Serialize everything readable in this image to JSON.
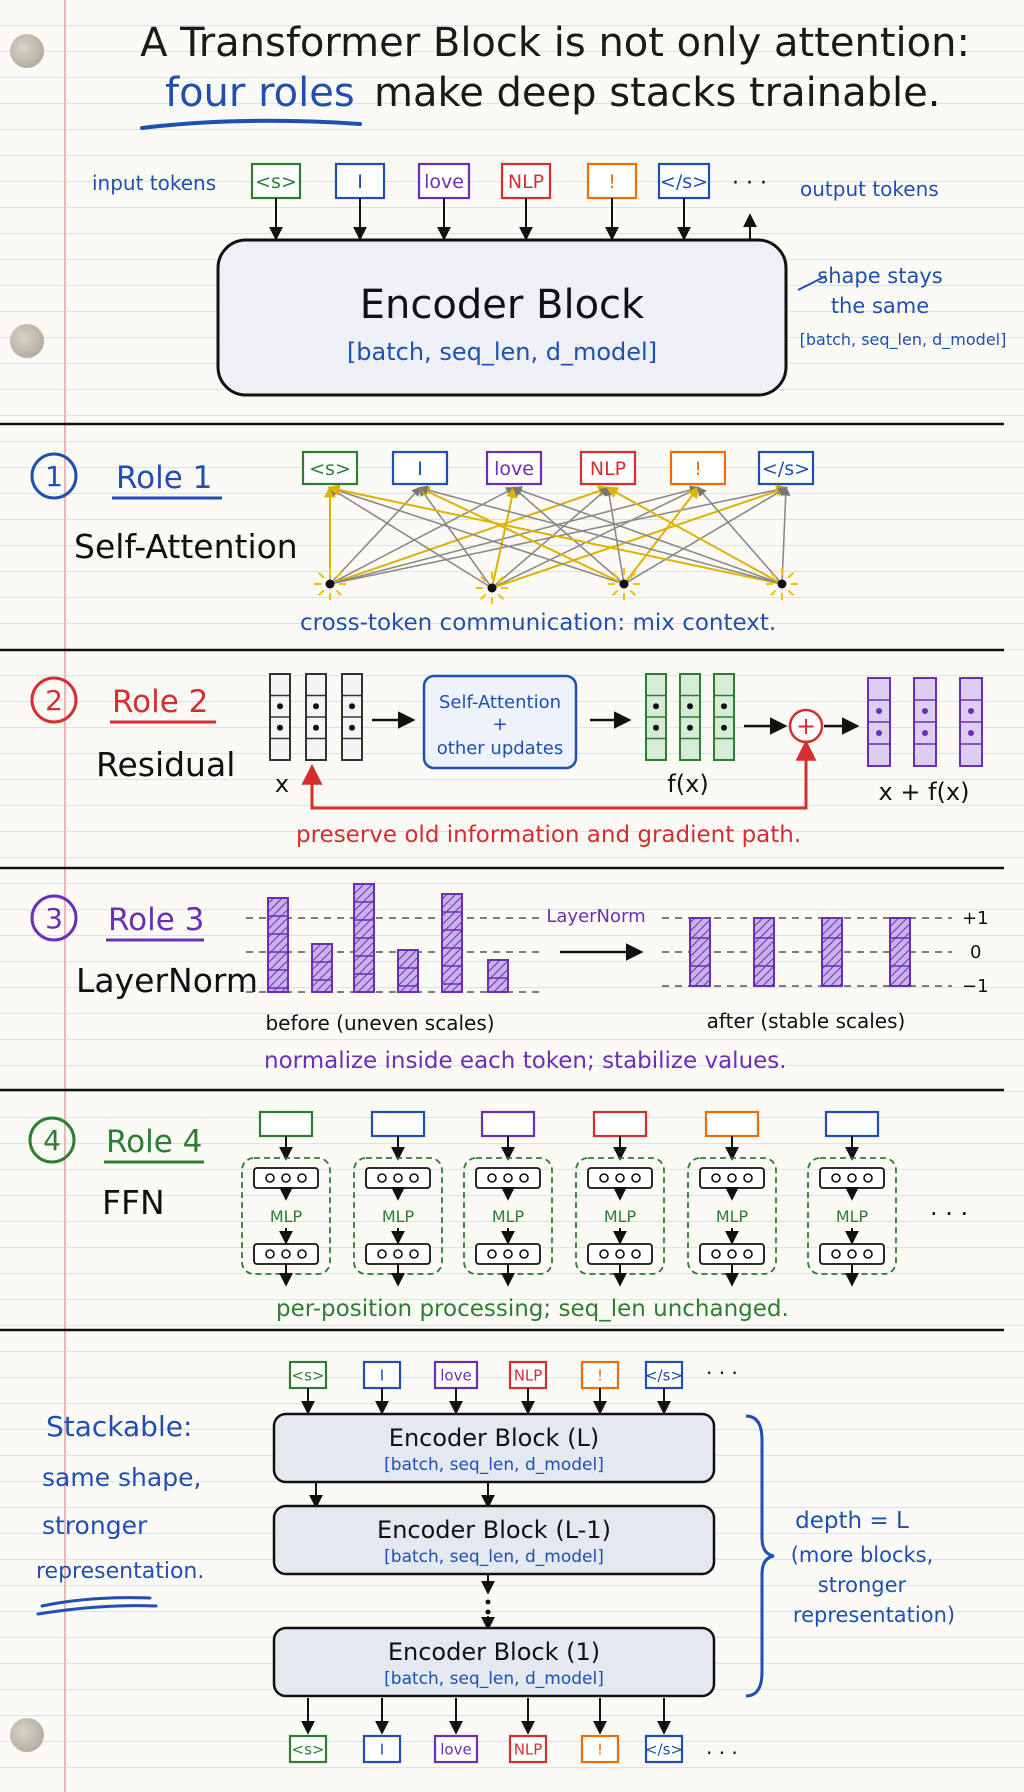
{
  "title": {
    "line1": "A Transformer Block is not only attention:",
    "line2_highlight": "four roles",
    "line2_rest": "make deep stacks trainable."
  },
  "header": {
    "input_label": "input tokens",
    "output_label": "output tokens",
    "tokens": [
      "<s>",
      "I",
      "love",
      "NLP",
      "!",
      "</s>"
    ],
    "ellipsis": "· · ·",
    "block_title": "Encoder Block",
    "block_shape": "[batch, seq_len, d_model]",
    "note_line1": "shape stays",
    "note_line2": "the same",
    "note_shape": "[batch, seq_len, d_model]"
  },
  "token_colors": [
    "#2e7d32",
    "#1f4fb0",
    "#6a2fb5",
    "#d32f2f",
    "#ef6c00",
    "#1f4fb0"
  ],
  "roles": [
    {
      "number": "1",
      "title": "Role 1",
      "name": "Self-Attention",
      "color": "#1f4fb0",
      "caption": "cross-token communication: mix context."
    },
    {
      "number": "2",
      "title": "Role 2",
      "name": "Residual",
      "color": "#d32f2f",
      "caption": "preserve old information and gradient path.",
      "box_line1": "Self-Attention",
      "box_line2": "+",
      "box_line3": "other updates",
      "label_x": "x",
      "label_fx": "f(x)",
      "label_sum": "x + f(x)"
    },
    {
      "number": "3",
      "title": "Role 3",
      "name": "LayerNorm",
      "color": "#6a2fb5",
      "caption": "normalize inside each token; stabilize values.",
      "arrow_label": "LayerNorm",
      "before_label": "before (uneven scales)",
      "after_label": "after (stable scales)",
      "ticks": [
        "+1",
        "0",
        "−1"
      ]
    },
    {
      "number": "4",
      "title": "Role 4",
      "name": "FFN",
      "color": "#2e7d32",
      "caption": "per-position processing; seq_len unchanged.",
      "mlp_label": "MLP",
      "ellipsis": "· · ·"
    }
  ],
  "stack": {
    "title": "Stackable:",
    "line2": "same shape,",
    "line3": "stronger",
    "line4": "representation.",
    "blocks": [
      {
        "title": "Encoder Block (L)",
        "shape": "[batch, seq_len, d_model]"
      },
      {
        "title": "Encoder Block (L-1)",
        "shape": "[batch, seq_len, d_model]"
      },
      {
        "title": "Encoder Block (1)",
        "shape": "[batch, seq_len, d_model]"
      }
    ],
    "depth_line1": "depth = L",
    "depth_line2": "(more blocks,",
    "depth_line3": "stronger",
    "depth_line4": "representation)",
    "ellipsis": "· · ·"
  }
}
